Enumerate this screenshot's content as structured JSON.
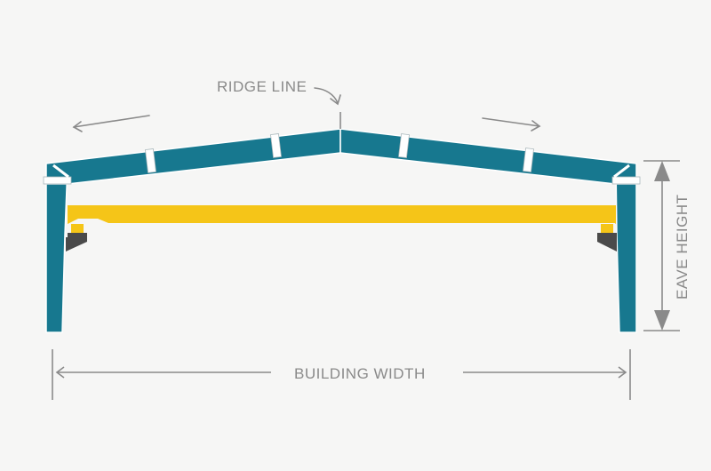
{
  "labels": {
    "ridge_line": "RIDGE LINE",
    "eave_height": "EAVE HEIGHT",
    "building_width": "BUILDING WIDTH"
  },
  "colors": {
    "background": "#f6f6f5",
    "steel_frame": "#17788f",
    "steel_outline": "#ffffff",
    "crane_beam": "#f5c518",
    "bracket": "#4a4a4a",
    "dimension_line": "#8a8a8a",
    "label": "#8a8a8a"
  },
  "icons": {
    "outward_arrows": "arrow-icon",
    "ridge_pointer": "curved-arrow-icon"
  }
}
